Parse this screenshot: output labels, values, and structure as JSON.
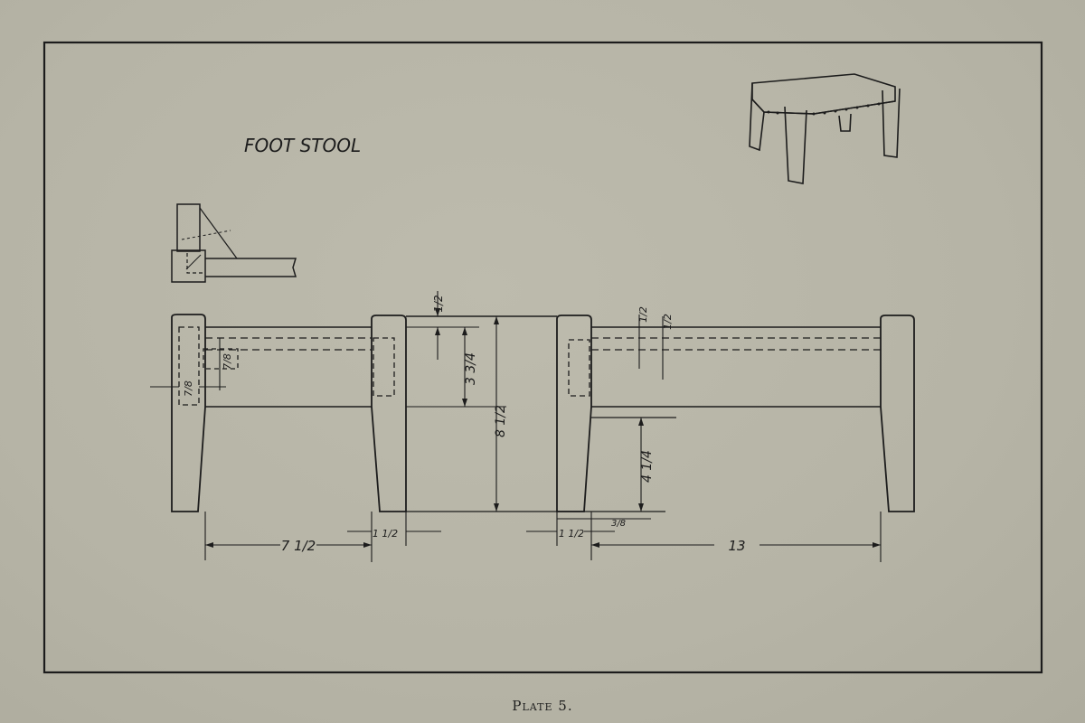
{
  "title": "FOOT STOOL",
  "caption": "Plate 5.",
  "dimensions": {
    "top_half": "1/2",
    "rail_depth": "3 3/4",
    "height": "8 1/2",
    "leg_gap": "4 1/4",
    "seven_eighths_vertical": "7/8",
    "seven_eighths_left": "7/8",
    "right_half_a": "1/2",
    "right_half_b": "1/2",
    "width_left": "7 1/2",
    "leg_left": "1 1/2",
    "leg_right": "1 1/2",
    "taper": "3/8",
    "length_right": "13"
  },
  "colors": {
    "paper": "#b8b6a8",
    "ink": "#1c1c1c",
    "stool_fill": "#dcdad0"
  }
}
